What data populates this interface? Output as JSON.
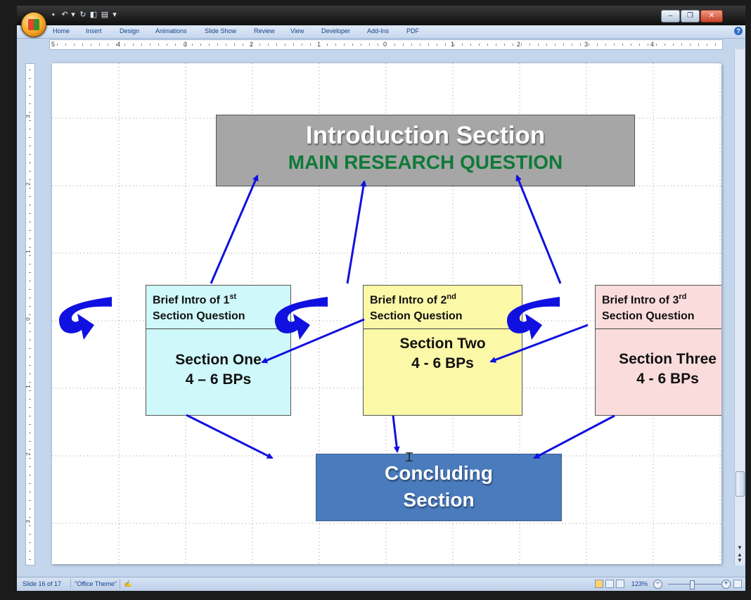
{
  "window": {
    "controls": {
      "minimize": "–",
      "restore": "❐",
      "close": "✕"
    }
  },
  "ribbon": {
    "tabs": [
      "Home",
      "Insert",
      "Design",
      "Animations",
      "Slide Show",
      "Review",
      "View",
      "Developer",
      "Add-Ins",
      "PDF"
    ],
    "help": "?"
  },
  "ruler": {
    "horizontal_labels": [
      "5",
      "4",
      "3",
      "2",
      "1",
      "0",
      "1",
      "2",
      "3",
      "4"
    ],
    "vertical_labels": [
      "3",
      "2",
      "1",
      "0",
      "1",
      "2",
      "3"
    ]
  },
  "slide": {
    "intro": {
      "title": "Introduction Section",
      "question": "MAIN RESEARCH QUESTION"
    },
    "sections": [
      {
        "intro_a": "Brief Intro of 1",
        "intro_sup": "st",
        "intro_b": "Section Question",
        "title": "Section One",
        "bps": "4 – 6 BPs",
        "color": "#cff8fb"
      },
      {
        "intro_a": "Brief Intro of 2",
        "intro_sup": "nd",
        "intro_b": "Section Question",
        "title": "Section Two",
        "bps": "4 - 6 BPs",
        "color": "#fbf8a8"
      },
      {
        "intro_a": "Brief Intro of 3",
        "intro_sup": "rd",
        "intro_b": "Section Question",
        "title": "Section Three",
        "bps": "4 - 6 BPs",
        "color": "#fbdcdc"
      }
    ],
    "conclusion": {
      "line1": "Concluding",
      "line2": "Section"
    },
    "arrow_color": "#1010e0"
  },
  "status": {
    "slide_info": "Slide 16 of 17",
    "theme": "\"Office Theme\"",
    "zoom": "123%"
  }
}
